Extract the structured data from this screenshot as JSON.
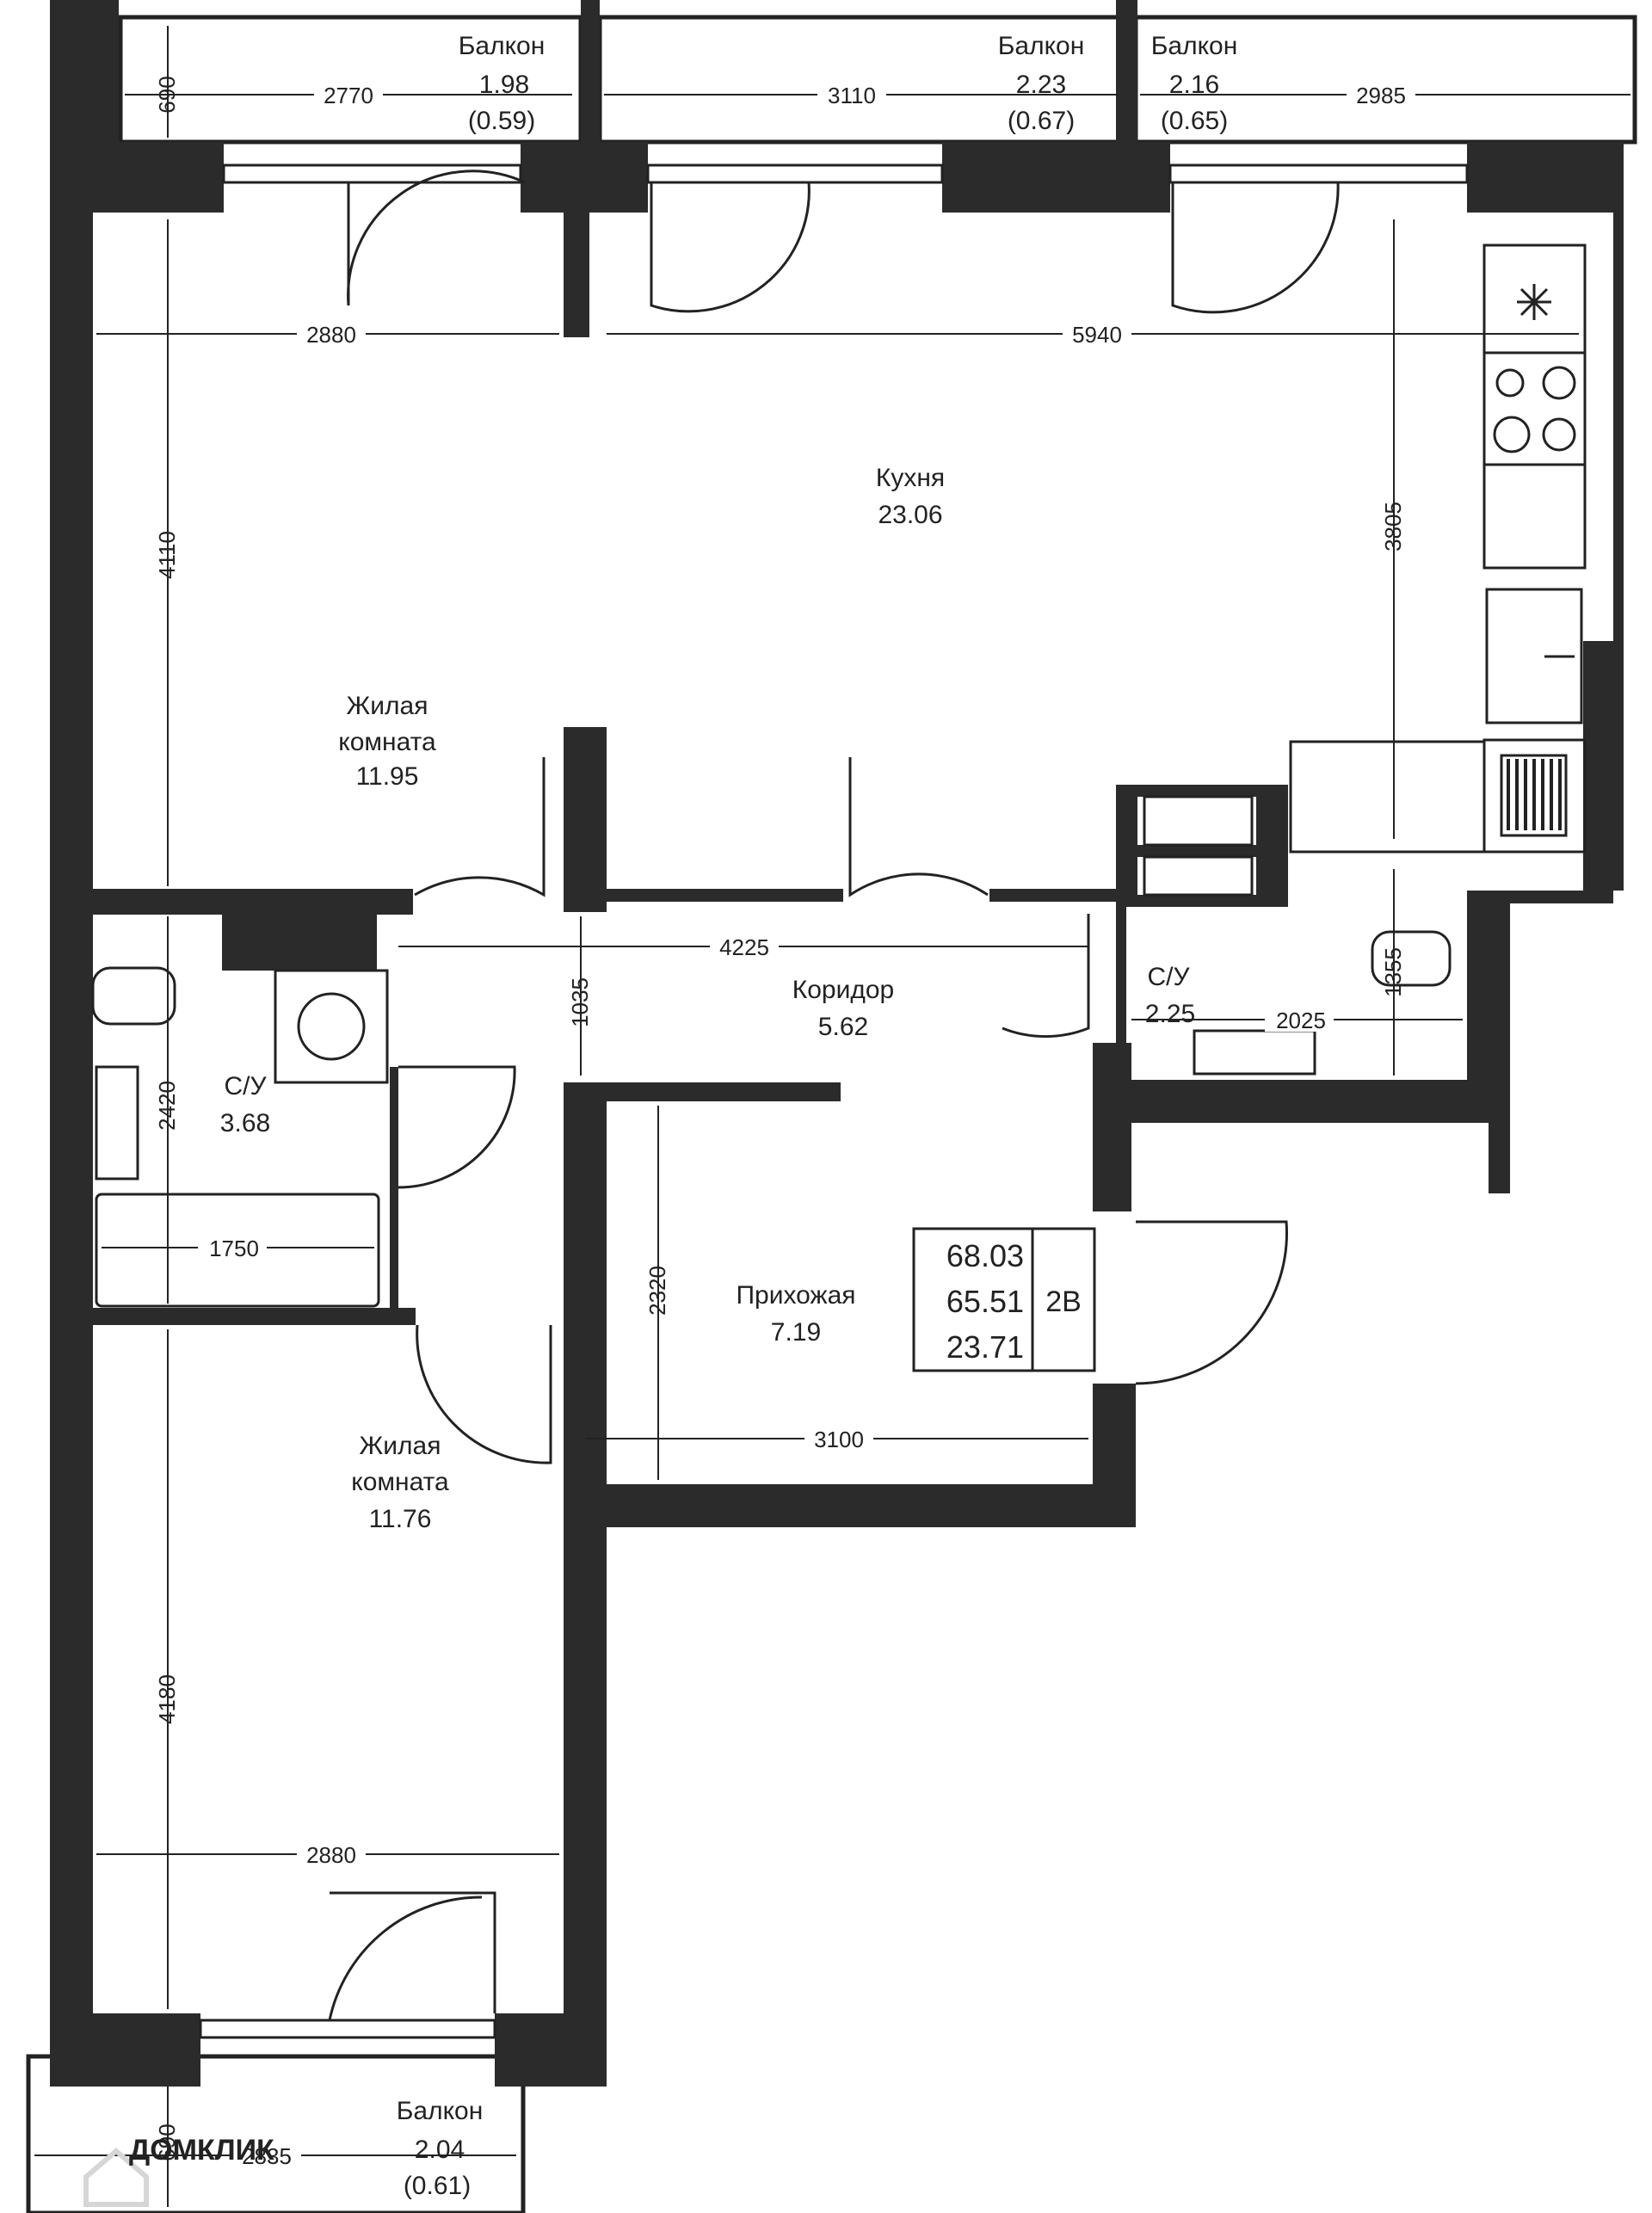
{
  "colors": {
    "wall": "#2b2b2b",
    "line": "#222222",
    "background": "#ffffff"
  },
  "rooms": {
    "balcony1": {
      "name": "Балкон",
      "area": "1.98",
      "extra": "(0.59)"
    },
    "balcony2": {
      "name": "Балкон",
      "area": "2.23",
      "extra": "(0.67)"
    },
    "balcony3": {
      "name": "Балкон",
      "area": "2.16",
      "extra": "(0.65)"
    },
    "balcony4": {
      "name": "Балкон",
      "area": "2.04",
      "extra": "(0.61)"
    },
    "kitchen": {
      "name": "Кухня",
      "area": "23.06"
    },
    "living1": {
      "name1": "Жилая",
      "name2": "комната",
      "area": "11.95"
    },
    "living2": {
      "name1": "Жилая",
      "name2": "комната",
      "area": "11.76"
    },
    "corridor": {
      "name": "Коридор",
      "area": "5.62"
    },
    "bath1": {
      "name": "С/У",
      "area": "3.68"
    },
    "bath2": {
      "name": "С/У",
      "area": "2.25"
    },
    "hall": {
      "name": "Прихожая",
      "area": "7.19"
    }
  },
  "dimensions": {
    "b1_depth": "690",
    "b1_width": "2770",
    "b2_width": "3110",
    "b3_width": "2985",
    "living1_width": "2880",
    "living1_depth": "4110",
    "kitchen_width": "5940",
    "kitchen_depth": "3805",
    "corridor_width": "4225",
    "corridor_depth": "1035",
    "bath2_depth": "1355",
    "bath2_width": "2025",
    "bath1_depth": "2420",
    "bath1_tub": "1750",
    "hall_depth": "2320",
    "hall_width": "3100",
    "living2_depth": "4180",
    "living2_width": "2880",
    "b4_depth": "690",
    "b4_width": "2835"
  },
  "summary": {
    "total": "68.03",
    "living_total": "65.51",
    "living": "23.71",
    "type": "2В"
  },
  "watermark": "ДОМКЛИК"
}
